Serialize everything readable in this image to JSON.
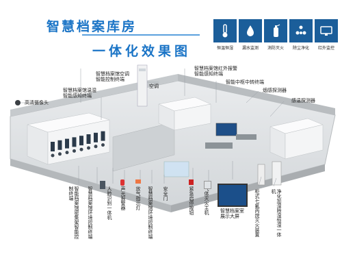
{
  "header": {
    "title_line1": "智慧档案库房",
    "title_line2": "一体化效果图"
  },
  "features": [
    {
      "label": "恒温恒湿",
      "icon": "thermometer-icon"
    },
    {
      "label": "漏水监测",
      "icon": "water-drop-icon"
    },
    {
      "label": "消防灭火",
      "icon": "fire-extinguisher-icon"
    },
    {
      "label": "除尘净化",
      "icon": "dust-purify-icon"
    },
    {
      "label": "红外监控",
      "icon": "infrared-camera-icon"
    }
  ],
  "callouts": {
    "hd_camera": "高清摄像头",
    "dehumidifier_sensor": "智慧档案馆温湿\n智能感知终端",
    "ac_sensor": "智慧档案馆空调\n智能控制终端",
    "ac": "空调",
    "infrared_alarm": "智慧档案馆红外报警\n智能感知终端",
    "central_control": "智能中枢中转终端",
    "smoke_detector": "烟感探测器",
    "temp_detector": "感温探测器",
    "cabinet_controller": "智能档案馆密集架智能控制终端",
    "env_controller": "智慧档案馆环境控制终端",
    "face_terminal": "人脸识别一体机",
    "alarm": "声光报警器",
    "gas_indicator": "放气指示灯",
    "env_sensor": "智慧档案馆环境控制终端",
    "security_door": "安全门",
    "emergency_button": "紧急启停按钮",
    "gas_host": "气体灭火主机",
    "display_screen": "智慧档案室\n展示大屏",
    "gas_device": "柜式七氟丙烷灭火装置",
    "constant_humidity": "净化加湿除湿恒湿一体机"
  },
  "colors": {
    "brand_blue": "#1a74c6",
    "icon_bg": "#1b5e9a",
    "floor": "#dfe2e4",
    "wall": "#c9cdd0",
    "cabinet": "#f4f5f6",
    "cabinet_panel": "#2b3a4a"
  }
}
